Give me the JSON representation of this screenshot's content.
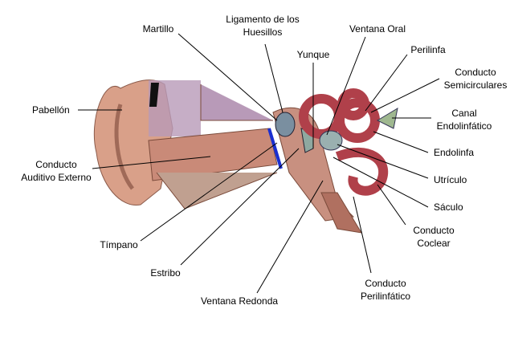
{
  "labels": {
    "martillo": "Martillo",
    "ligamento_1": "Ligamento de los",
    "ligamento_2": "Huesillos",
    "ventana_oral": "Ventana Oral",
    "yunque": "Yunque",
    "perilinfa": "Perilinfa",
    "semicirculares_1": "Conducto",
    "semicirculares_2": "Semicirculares",
    "canal_1": "Canal",
    "canal_2": "Endolinfático",
    "pabellon": "Pabellón",
    "auditivo_1": "Conducto",
    "auditivo_2": "Auditivo Externo",
    "endolinfa": "Endolinfa",
    "utriculo": "Utrículo",
    "saculo": "Sáculo",
    "coclear_1": "Conducto",
    "coclear_2": "Coclear",
    "timpano": "Tímpano",
    "estribo": "Estribo",
    "ventana_redonda": "Ventana Redonda",
    "perilinfatico_1": "Conducto",
    "perilinfatico_2": "Perilinfático"
  },
  "colors": {
    "skin": "#d9a089",
    "canal": "#c98a78",
    "cochlea": "#b0404a",
    "eardrum": "#1a2fd0",
    "bone": "#8fa8a0"
  }
}
